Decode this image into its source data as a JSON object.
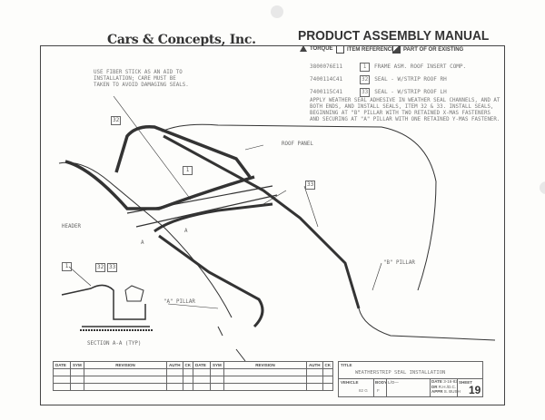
{
  "header": {
    "company": "Cars & Concepts, Inc.",
    "title": "PRODUCT ASSEMBLY MANUAL",
    "legend": [
      "TORQUE",
      "ITEM REFERENCE",
      "PART OF OR EXISTING"
    ]
  },
  "parts": [
    {
      "number": "3800076E11",
      "item": "1",
      "description": "FRAME ASM. ROOF INSERT COMP."
    },
    {
      "number": "7400114C41",
      "item": "32",
      "description": "SEAL - W/STRIP ROOF RH"
    },
    {
      "number": "7400115C41",
      "item": "33",
      "description": "SEAL - W/STRIP ROOF LH"
    }
  ],
  "instructions": "APPLY WEATHER SEAL ADHESIVE IN WEATHER SEAL CHANNELS, AND AT BOTH ENDS, AND INSTALL SEALS, ITEM 32 & 33.  INSTALL SEALS, BEGINNING AT \"B\" PILLAR WITH TWO RETAINED X-MAS FASTENERS AND SECURING AT \"A\" PILLAR WITH ONE RETAINED Y-MAS FASTENER.",
  "note": "USE FIBER STICK AS AN AID TO INSTALLATION; CARE MUST BE TAKEN TO AVOID DAMAGING SEALS.",
  "labels": {
    "roof_panel": "ROOF PANEL",
    "header": "HEADER",
    "a_pillar": "\"A\" PILLAR",
    "b_pillar": "\"B\" PILLAR",
    "section": "SECTION A-A (TYP)",
    "a": "A",
    "item1": "1",
    "item32": "32",
    "item33": "33"
  },
  "revision_headers": [
    "DATE",
    "SYM",
    "REVISION",
    "AUTH",
    "CK",
    "DATE",
    "SYM",
    "REVISION",
    "AUTH",
    "CK"
  ],
  "title_block": {
    "title_label": "TITLE",
    "title": "WEATHERSTRIP SEAL INSTALLATION",
    "vehicle_label": "VEHICLE",
    "vehicle": "82 G",
    "body_label": "BODY",
    "body": "F",
    "lo_label": "L/O—",
    "date_label": "DATE",
    "date": "3-16-82",
    "dr_label": "DR",
    "dr": "R.H./D.C.",
    "appr_label": "APPR",
    "appr": "S. BUSH",
    "sheet_label": "SHEET",
    "sheet": "19"
  }
}
